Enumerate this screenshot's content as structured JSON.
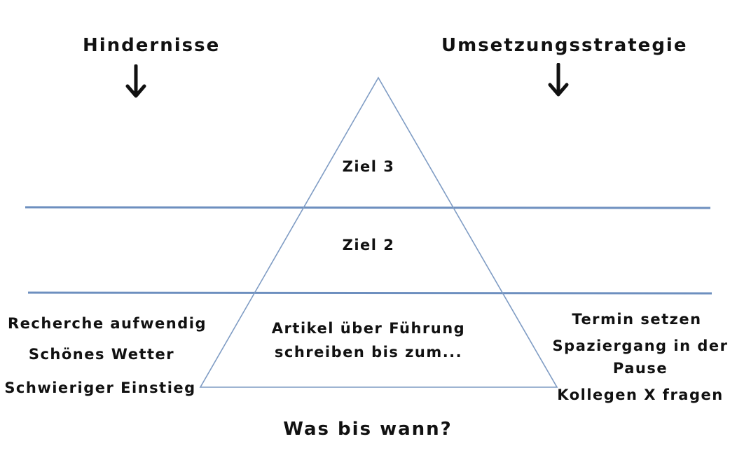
{
  "headings": {
    "left": "Hindernisse",
    "right": "Umsetzungsstrategie"
  },
  "levels": {
    "top": "Ziel 3",
    "middle": "Ziel 2",
    "base_line1": "Artikel über Führung",
    "base_line2": "schreiben bis zum..."
  },
  "obstacles": [
    "Recherche aufwendig",
    "Schönes Wetter",
    "Schwieriger Einstieg"
  ],
  "strategies": {
    "line1": "Termin setzen",
    "line2": "Spaziergang in der",
    "line3": "Pause",
    "line4": "Kollegen X fragen"
  },
  "question": "Was bis wann?",
  "colors": {
    "lines": "#7f9cc4",
    "divider_lines": "#6d8fbf",
    "text": "#111111"
  },
  "icons": {
    "left_arrow": "arrow-down-icon",
    "right_arrow": "arrow-down-icon"
  }
}
